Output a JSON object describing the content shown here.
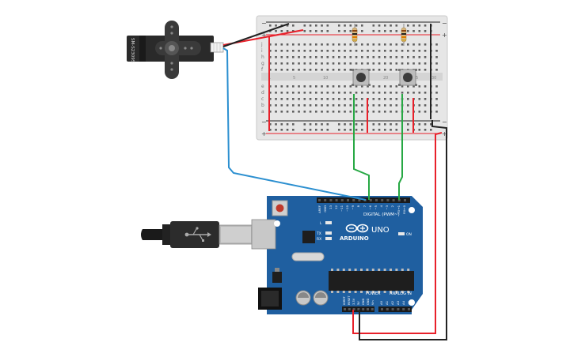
{
  "servo": {
    "model_label": "SM-S2309S"
  },
  "breadboard": {
    "rail_minus": "−",
    "rail_plus": "+",
    "row_letters_top": [
      "j",
      "i",
      "h",
      "g",
      "f"
    ],
    "row_letters_bottom": [
      "e",
      "d",
      "c",
      "b",
      "a"
    ],
    "column_numbers": [
      "1",
      "5",
      "10",
      "15",
      "20",
      "25",
      "30"
    ]
  },
  "arduino": {
    "brand": "ARDUINO",
    "model": "UNO",
    "digital_header_label": "DIGITAL (PWM~)",
    "power_label": "POWER",
    "analog_label": "ANALOG IN",
    "on_label": "ON",
    "l_label": "L",
    "tx_label": "TX",
    "rx_label": "RX",
    "digital_pins": [
      "AREF",
      "GND",
      "13",
      "12",
      "~11",
      "~10",
      "~9",
      "8",
      "7",
      "~6",
      "~5",
      "4",
      "~3",
      "2",
      "TX→1",
      "RX←0"
    ],
    "power_pins": [
      "IOREF",
      "RESET",
      "3.3V",
      "5V",
      "GND",
      "GND",
      "Vin"
    ],
    "analog_pins": [
      "A0",
      "A1",
      "A2",
      "A3",
      "A4",
      "A5"
    ]
  },
  "colors": {
    "wire_red": "#e8202a",
    "wire_black": "#222222",
    "wire_blue": "#2b8fd0",
    "wire_green": "#27a844",
    "board_blue": "#1f5fa0",
    "breadboard": "#e9e9e9"
  }
}
